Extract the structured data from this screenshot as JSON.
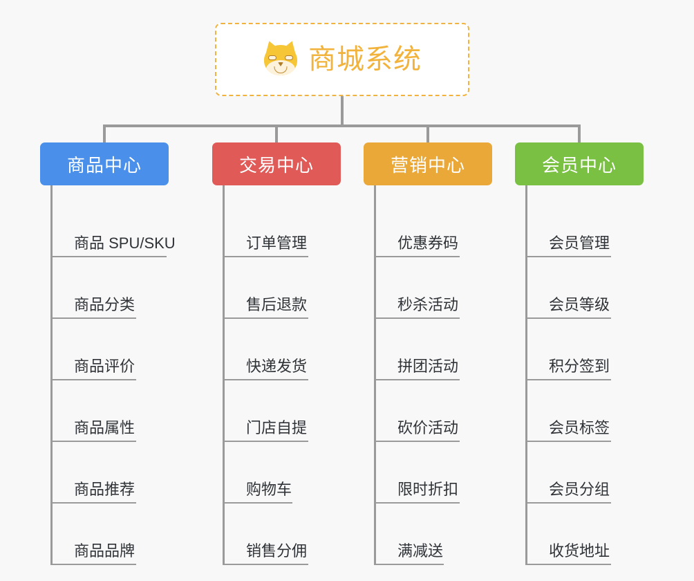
{
  "page": {
    "background_color": "#f8f8f8",
    "line_color": "#9a9a9a",
    "leaf_text_color": "#2f3337"
  },
  "root": {
    "title": "商城系统",
    "icon": "dog-face-emoji",
    "text_color": "#f2b33d",
    "border_color": "#f0b340",
    "background_color": "#ffffff"
  },
  "branches": [
    {
      "label": "商品中心",
      "color": "#4a90ea",
      "items": [
        "商品 SPU/SKU",
        "商品分类",
        "商品评价",
        "商品属性",
        "商品推荐",
        "商品品牌"
      ]
    },
    {
      "label": "交易中心",
      "color": "#e05a58",
      "items": [
        "订单管理",
        "售后退款",
        "快递发货",
        "门店自提",
        "购物车",
        "销售分佣"
      ]
    },
    {
      "label": "营销中心",
      "color": "#eaa839",
      "items": [
        "优惠券码",
        "秒杀活动",
        "拼团活动",
        "砍价活动",
        "限时折扣",
        "满减送"
      ]
    },
    {
      "label": "会员中心",
      "color": "#7ac143",
      "items": [
        "会员管理",
        "会员等级",
        "积分签到",
        "会员标签",
        "会员分组",
        "收货地址"
      ]
    }
  ]
}
